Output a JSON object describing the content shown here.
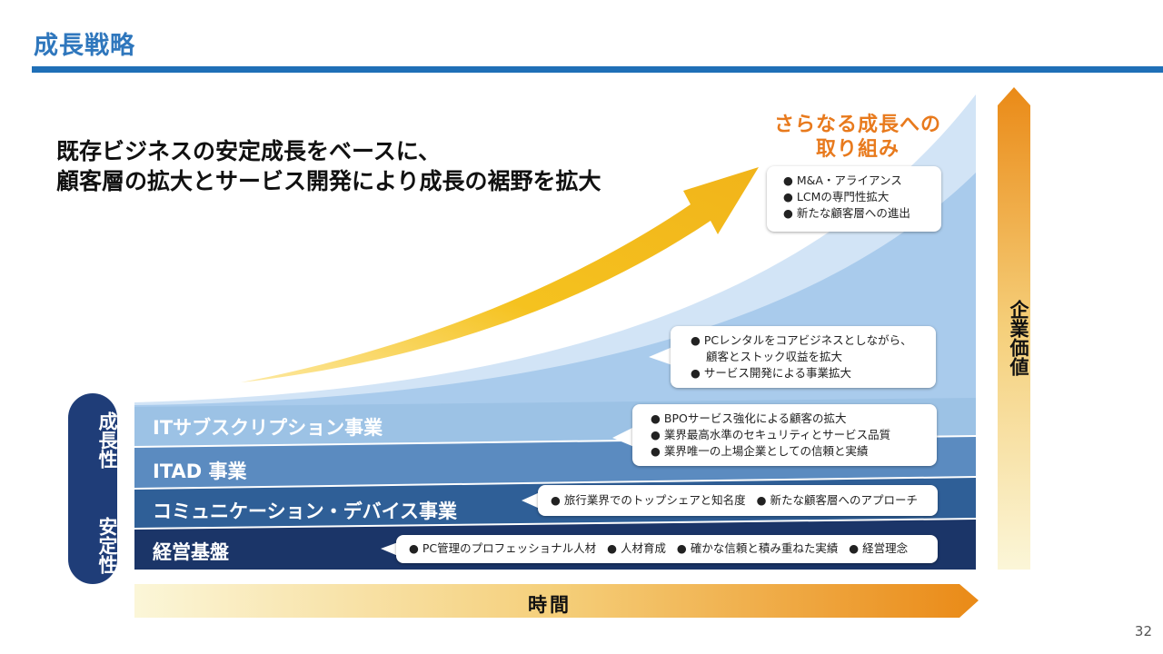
{
  "title": "成長戦略",
  "headline": {
    "line1": "既存ビジネスの安定成長をベースに、",
    "line2": "顧客層の拡大とサービス開発により成長の裾野を拡大"
  },
  "growth_title": {
    "line1": "さらなる成長への",
    "line2": "取り組み"
  },
  "left_pill": {
    "top": "成長性",
    "bottom": "安定性"
  },
  "bands": [
    {
      "label": "ITサブスクリプション事業",
      "color": "#9cc2e5"
    },
    {
      "label": "ITAD 事業",
      "color": "#5b8bc0"
    },
    {
      "label": "コミュニケーション・デバイス事業",
      "color": "#2f5f97"
    },
    {
      "label": "経営基盤",
      "color": "#1b3568"
    }
  ],
  "callouts": {
    "future": [
      "M&A・アライアンス",
      "LCMの専門性拡大",
      "新たな顧客層への進出"
    ],
    "it_sub": [
      "PCレンタルをコアビジネスとしながら、",
      "顧客とストック収益を拡大",
      "サービス開発による事業拡大"
    ],
    "itad": [
      "BPOサービス強化による顧客の拡大",
      "業界最高水準のセキュリティとサービス品質",
      "業界唯一の上場企業としての信頼と実績"
    ],
    "comm": [
      "旅行業界でのトップシェアと知名度",
      "新たな顧客層へのアプローチ"
    ],
    "base": [
      "PC管理のプロフェッショナル人材",
      "人材育成",
      "確かな信頼と積み重ねた実績",
      "経営理念"
    ]
  },
  "value_axis": "企業価値",
  "time_axis": "時間",
  "page_number": "32",
  "colors": {
    "accent_blue": "#1f6fb7",
    "growth_orange": "#e87a1d",
    "arrow_yellow": "#f2b91a",
    "pill_navy": "#1f3d78"
  }
}
